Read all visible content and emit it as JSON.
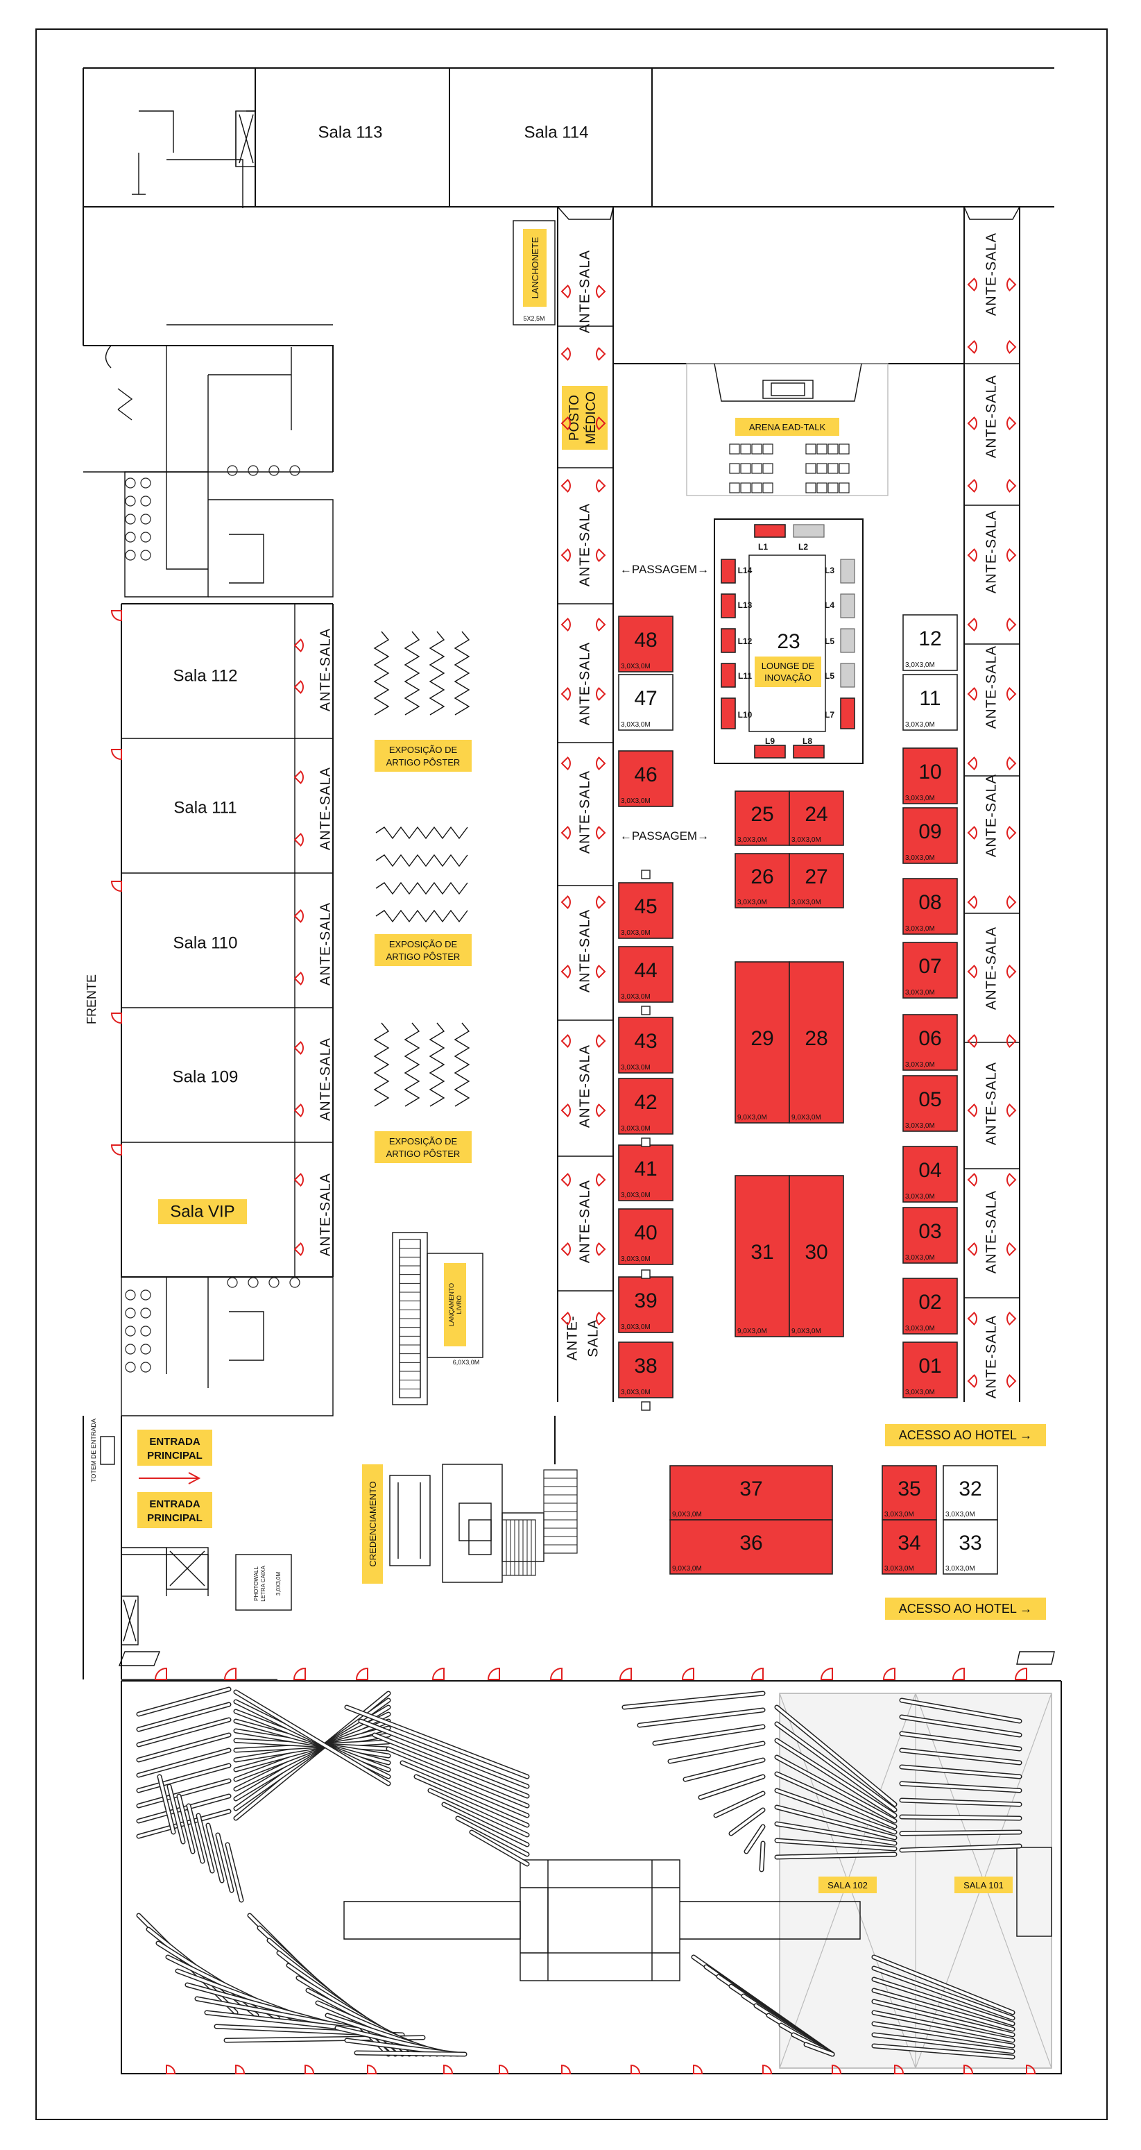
{
  "rooms": {
    "sala113": "Sala 113",
    "sala114": "Sala 114",
    "sala112": "Sala 112",
    "sala111": "Sala 111",
    "sala110": "Sala 110",
    "sala109": "Sala 109",
    "salavip": "Sala VIP",
    "sala102": "SALA 102",
    "sala101": "SALA 101"
  },
  "labels": {
    "ante": "ANTE-SALA",
    "ante_a": "ANTE-",
    "ante_b": "SALA",
    "lanchonete": "LANCHONETE",
    "lanchonete_size": "5X2,5M",
    "posto_a": "POSTO",
    "posto_b": "MÉDICO",
    "arena": "ARENA EAD-TALK",
    "passagem": "←PASSAGEM→",
    "lounge_num": "23",
    "lounge_a": "LOUNGE DE",
    "lounge_b": "INOVAÇÃO",
    "expo_a": "EXPOSIÇÃO DE",
    "expo_b": "ARTIGO PÔSTER",
    "lancamento_a": "LANÇAMENTO",
    "lancamento_b": "LIVRO",
    "lancamento_size": "6,0X3,0M",
    "entrada_a": "ENTRADA",
    "entrada_b": "PRINCIPAL",
    "totem": "TOTEM DE ENTRADA",
    "credenciamento": "CREDENCIAMENTO",
    "acesso": "ACESSO AO HOTEL →",
    "frente": "FRENTE",
    "photo_a": "PHOTOWALL",
    "photo_b": "LETRA CAIXA",
    "photo_size": "3,0X3,0M"
  },
  "lounge_booths": [
    "L1",
    "L2",
    "L3",
    "L4",
    "L5",
    "L5",
    "L7",
    "L8",
    "L9",
    "L10",
    "L11",
    "L12",
    "L13",
    "L14"
  ],
  "booths": [
    {
      "n": "48",
      "s": "3,0X3,0M",
      "red": true
    },
    {
      "n": "47",
      "s": "3,0X3,0M",
      "red": false
    },
    {
      "n": "46",
      "s": "3,0X3,0M",
      "red": true
    },
    {
      "n": "45",
      "s": "3,0X3,0M",
      "red": true
    },
    {
      "n": "44",
      "s": "3,0X3,0M",
      "red": true
    },
    {
      "n": "43",
      "s": "3,0X3,0M",
      "red": true
    },
    {
      "n": "42",
      "s": "3,0X3,0M",
      "red": true
    },
    {
      "n": "41",
      "s": "3,0X3,0M",
      "red": true
    },
    {
      "n": "40",
      "s": "3,0X3,0M",
      "red": true
    },
    {
      "n": "39",
      "s": "3,0X3,0M",
      "red": true
    },
    {
      "n": "38",
      "s": "3,0X3,0M",
      "red": true
    },
    {
      "n": "12",
      "s": "3,0X3,0M",
      "red": false
    },
    {
      "n": "11",
      "s": "3,0X3,0M",
      "red": false
    },
    {
      "n": "10",
      "s": "3,0X3,0M",
      "red": true
    },
    {
      "n": "09",
      "s": "3,0X3,0M",
      "red": true
    },
    {
      "n": "08",
      "s": "3,0X3,0M",
      "red": true
    },
    {
      "n": "07",
      "s": "3,0X3,0M",
      "red": true
    },
    {
      "n": "06",
      "s": "3,0X3,0M",
      "red": true
    },
    {
      "n": "05",
      "s": "3,0X3,0M",
      "red": true
    },
    {
      "n": "04",
      "s": "3,0X3,0M",
      "red": true
    },
    {
      "n": "03",
      "s": "3,0X3,0M",
      "red": true
    },
    {
      "n": "02",
      "s": "3,0X3,0M",
      "red": true
    },
    {
      "n": "01",
      "s": "3,0X3,0M",
      "red": true
    },
    {
      "n": "25",
      "s": "3,0X3,0M",
      "red": true
    },
    {
      "n": "24",
      "s": "3,0X3,0M",
      "red": true
    },
    {
      "n": "26",
      "s": "3,0X3,0M",
      "red": true
    },
    {
      "n": "27",
      "s": "3,0X3,0M",
      "red": true
    },
    {
      "n": "29",
      "s": "9,0X3,0M",
      "red": true
    },
    {
      "n": "28",
      "s": "9,0X3,0M",
      "red": true
    },
    {
      "n": "31",
      "s": "9,0X3,0M",
      "red": true
    },
    {
      "n": "30",
      "s": "9,0X3,0M",
      "red": true
    },
    {
      "n": "37",
      "s": "9,0X3,0M",
      "red": true
    },
    {
      "n": "36",
      "s": "9,0X3,0M",
      "red": true
    },
    {
      "n": "35",
      "s": "3,0X3,0M",
      "red": true
    },
    {
      "n": "32",
      "s": "3,0X3,0M",
      "red": false
    },
    {
      "n": "34",
      "s": "3,0X3,0M",
      "red": true
    },
    {
      "n": "33",
      "s": "3,0X3,0M",
      "red": false
    }
  ]
}
